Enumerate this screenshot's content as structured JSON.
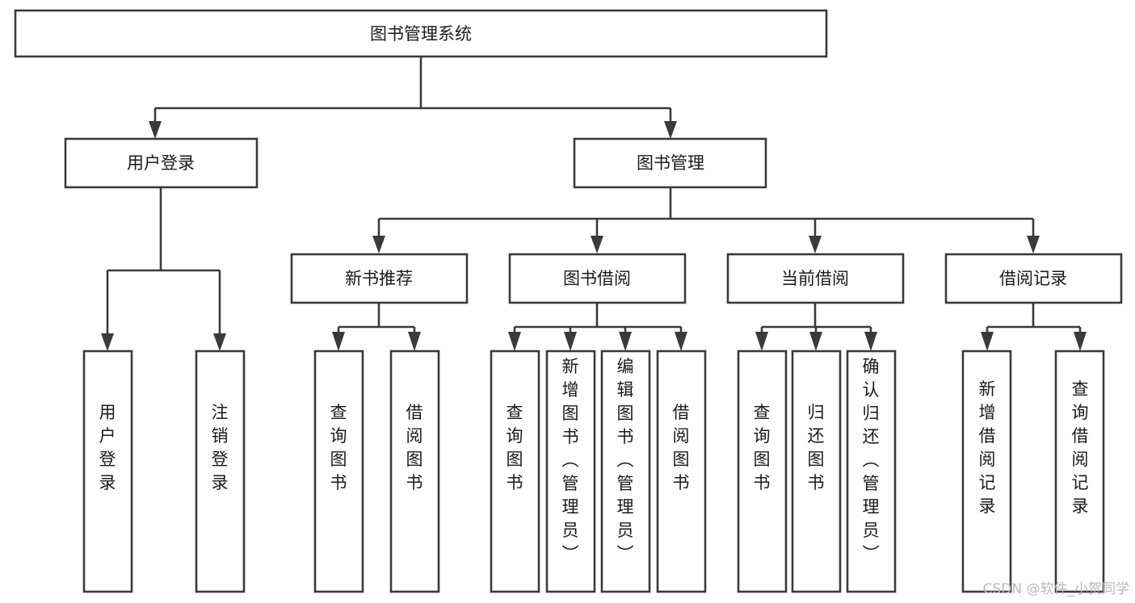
{
  "diagram": {
    "title": "图书管理系统",
    "type": "tree-hierarchy",
    "orientation": "top-down",
    "root": {
      "id": "root",
      "label": "图书管理系统"
    },
    "level1": [
      {
        "id": "user-login",
        "label": "用户登录"
      },
      {
        "id": "book-manage",
        "label": "图书管理"
      }
    ],
    "level2": [
      {
        "id": "new-book-rec",
        "label": "新书推荐",
        "parent": "book-manage"
      },
      {
        "id": "book-borrow",
        "label": "图书借阅",
        "parent": "book-manage"
      },
      {
        "id": "current-borrow",
        "label": "当前借阅",
        "parent": "book-manage"
      },
      {
        "id": "borrow-record",
        "label": "借阅记录",
        "parent": "book-manage"
      }
    ],
    "leaves": [
      {
        "id": "leaf-user-login",
        "label": "用户登录",
        "parent": "user-login"
      },
      {
        "id": "leaf-logout",
        "label": "注销登录",
        "parent": "user-login"
      },
      {
        "id": "leaf-query-book-1",
        "label": "查询图书",
        "parent": "new-book-rec"
      },
      {
        "id": "leaf-borrow-book-1",
        "label": "借阅图书",
        "parent": "new-book-rec"
      },
      {
        "id": "leaf-query-book-2",
        "label": "查询图书",
        "parent": "book-borrow"
      },
      {
        "id": "leaf-add-book",
        "label": "新增图书（管理员）",
        "parent": "book-borrow"
      },
      {
        "id": "leaf-edit-book",
        "label": "编辑图书（管理员）",
        "parent": "book-borrow"
      },
      {
        "id": "leaf-borrow-book-2",
        "label": "借阅图书",
        "parent": "book-borrow"
      },
      {
        "id": "leaf-query-book-3",
        "label": "查询图书",
        "parent": "current-borrow"
      },
      {
        "id": "leaf-return-book",
        "label": "归还图书",
        "parent": "current-borrow"
      },
      {
        "id": "leaf-confirm-return",
        "label": "确认归还（管理员）",
        "parent": "current-borrow"
      },
      {
        "id": "leaf-add-record",
        "label": "新增借阅记录",
        "parent": "borrow-record"
      },
      {
        "id": "leaf-query-record",
        "label": "查询借阅记录",
        "parent": "borrow-record"
      }
    ]
  },
  "watermark": {
    "text": "CSDN @软件_小贺同学"
  },
  "colors": {
    "background": "#ffffff",
    "box_fill": "#ffffff",
    "box_stroke": "#3a3a3a",
    "text": "#1a1a1a",
    "watermark": "#b9b9b9"
  }
}
